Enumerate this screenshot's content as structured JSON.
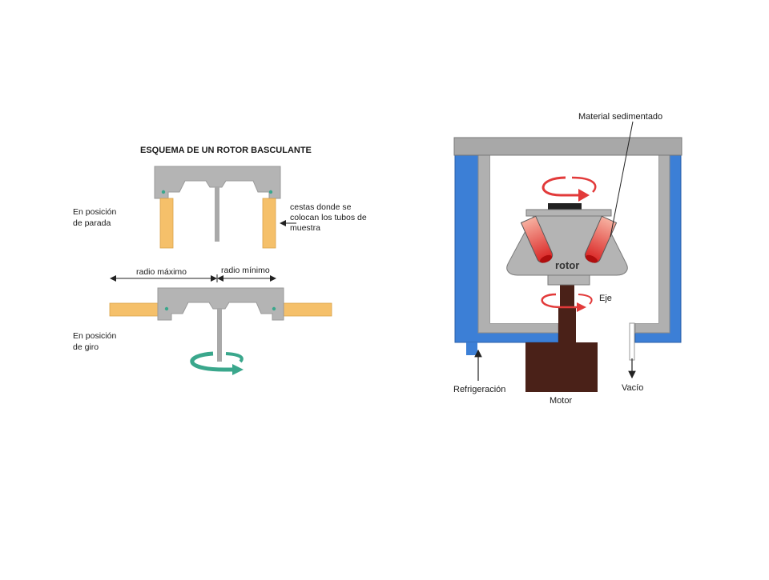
{
  "left_diagram": {
    "title": "ESQUEMA DE UN ROTOR BASCULANTE",
    "stop_label": [
      "En posición",
      "de parada"
    ],
    "baskets_label": [
      "cestas donde se",
      "colocan los tubos de",
      "muestra"
    ],
    "radius_max_label": "radio máximo",
    "radius_min_label": "radio mínimo",
    "spin_label": [
      "En posición",
      "de giro"
    ]
  },
  "right_diagram": {
    "sediment_label": "Material sedimentado",
    "rotor_label": "rotor",
    "axis_label": "Eje",
    "cooling_label": "Refrigeración",
    "motor_label": "Motor",
    "vacuum_label": "Vacío"
  },
  "colors": {
    "rotor_gray": "#b4b4b4",
    "basket_orange": "#f5c06a",
    "spin_green": "#3aa78c",
    "chamber_blue": "#3c7fd6",
    "lid_gray": "#a8a8a8",
    "tube_red": "#e03030",
    "motor_brown": "#4a2118"
  }
}
